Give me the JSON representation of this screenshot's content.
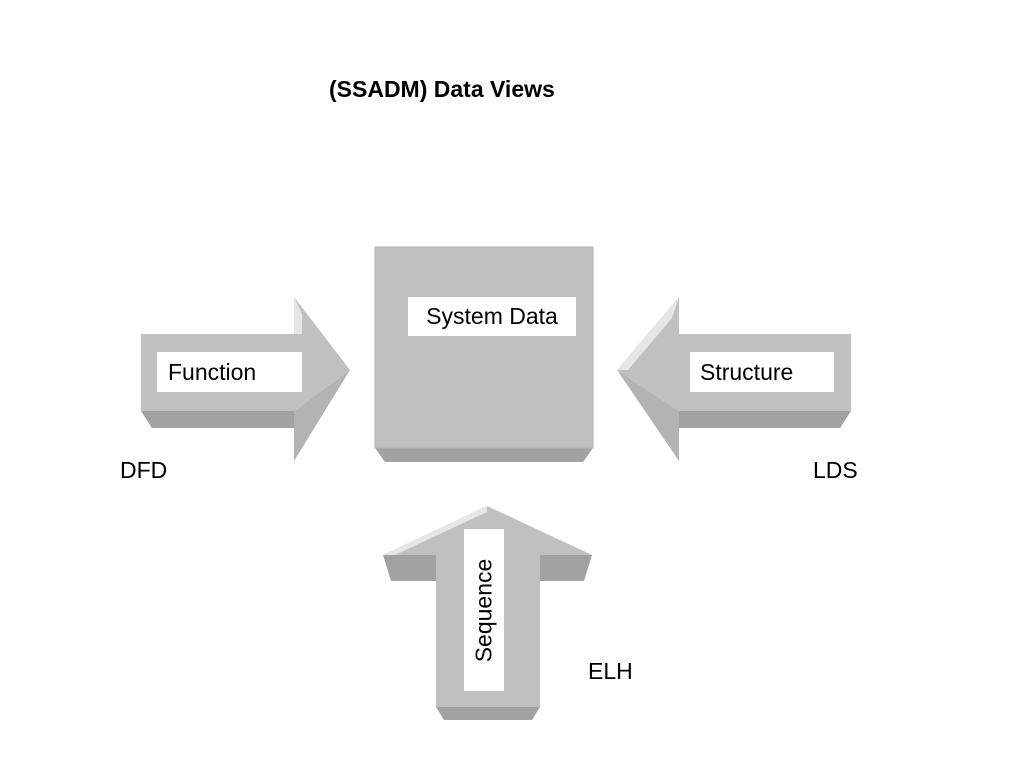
{
  "title": "(SSADM) Data Views",
  "center": {
    "label": "System Data"
  },
  "arrows": {
    "left": {
      "label": "Function",
      "caption": "DFD"
    },
    "right": {
      "label": "Structure",
      "caption": "LDS"
    },
    "bottom": {
      "label": "Sequence",
      "caption": "ELH"
    }
  },
  "colors": {
    "face": "#c0c0c0",
    "shade": "#a2a2a2",
    "highlight": "#e6e6e6",
    "edge": "#b0b0b0"
  }
}
